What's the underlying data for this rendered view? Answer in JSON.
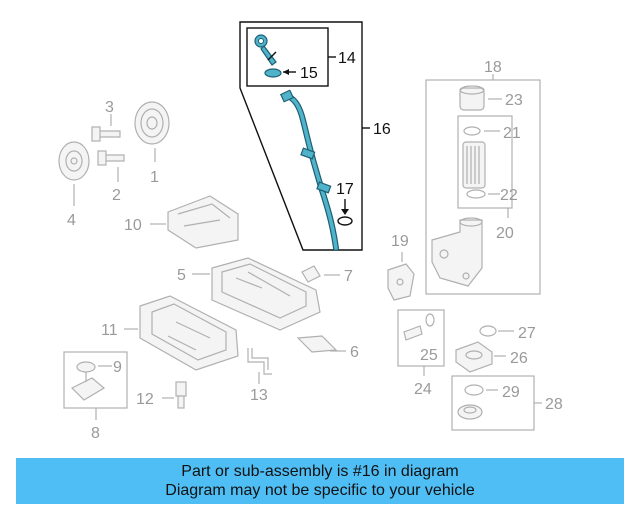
{
  "callouts": {
    "c1": "1",
    "c2": "2",
    "c3": "3",
    "c4": "4",
    "c5": "5",
    "c6": "6",
    "c7": "7",
    "c8": "8",
    "c9": "9",
    "c10": "10",
    "c11": "11",
    "c12": "12",
    "c13": "13",
    "c14": "14",
    "c15": "15",
    "c16": "16",
    "c17": "17",
    "c18": "18",
    "c19": "19",
    "c20": "20",
    "c21": "21",
    "c22": "22",
    "c23": "23",
    "c24": "24",
    "c25": "25",
    "c26": "26",
    "c27": "27",
    "c28": "28",
    "c29": "29"
  },
  "highlight_color": "#4fb3c9",
  "banner": {
    "line1": "Part or sub-assembly is #16 in diagram",
    "line2": "Diagram may not be specific to your vehicle",
    "background": "#4fbef5"
  }
}
